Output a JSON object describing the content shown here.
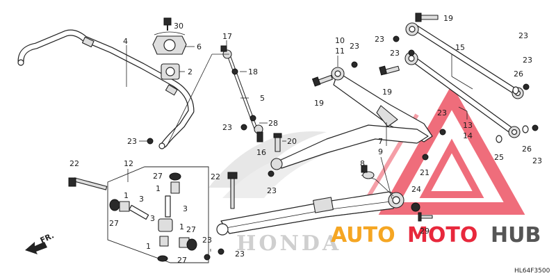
{
  "diagram": {
    "code": "HL64F3500",
    "front_label": "FR.",
    "watermark": {
      "brand": "HONDA",
      "shop_prefix": "AUTO",
      "shop_mid": "MOTO",
      "shop_suffix": "HUB"
    },
    "colors": {
      "watermark_red": "#e8283c",
      "watermark_orange": "#f5a623",
      "watermark_dark": "#555555",
      "line": "#222222"
    },
    "callouts": {
      "n30": "30",
      "n6": "6",
      "n2": "2",
      "n4": "4",
      "n23a": "23",
      "n17": "17",
      "n18": "18",
      "n5": "5",
      "n28": "28",
      "n23b": "23",
      "n16": "16",
      "n20": "20",
      "n10": "10",
      "n11": "11",
      "n23c": "23",
      "n19a": "19",
      "n19b": "19",
      "n19c": "19",
      "n23d": "23",
      "n23e": "23",
      "n15": "15",
      "n23f": "23",
      "n26a": "26",
      "n23g": "23",
      "n13": "13",
      "n14": "14",
      "n23h": "23",
      "n25": "25",
      "n26b": "26",
      "n23i": "23",
      "n7": "7",
      "n9": "9",
      "n8": "8",
      "n21": "21",
      "n24": "24",
      "n29": "29",
      "n22a": "22",
      "n22b": "22",
      "n23j": "23",
      "n23k": "23",
      "n23l": "23",
      "n12": "12",
      "n27a": "27",
      "n1a": "1",
      "n3a": "3",
      "n1b": "1",
      "n3b": "3",
      "n27b": "27",
      "n1c": "1",
      "n27c": "27",
      "n1d": "1",
      "n27d": "27",
      "n3c": "3"
    }
  }
}
